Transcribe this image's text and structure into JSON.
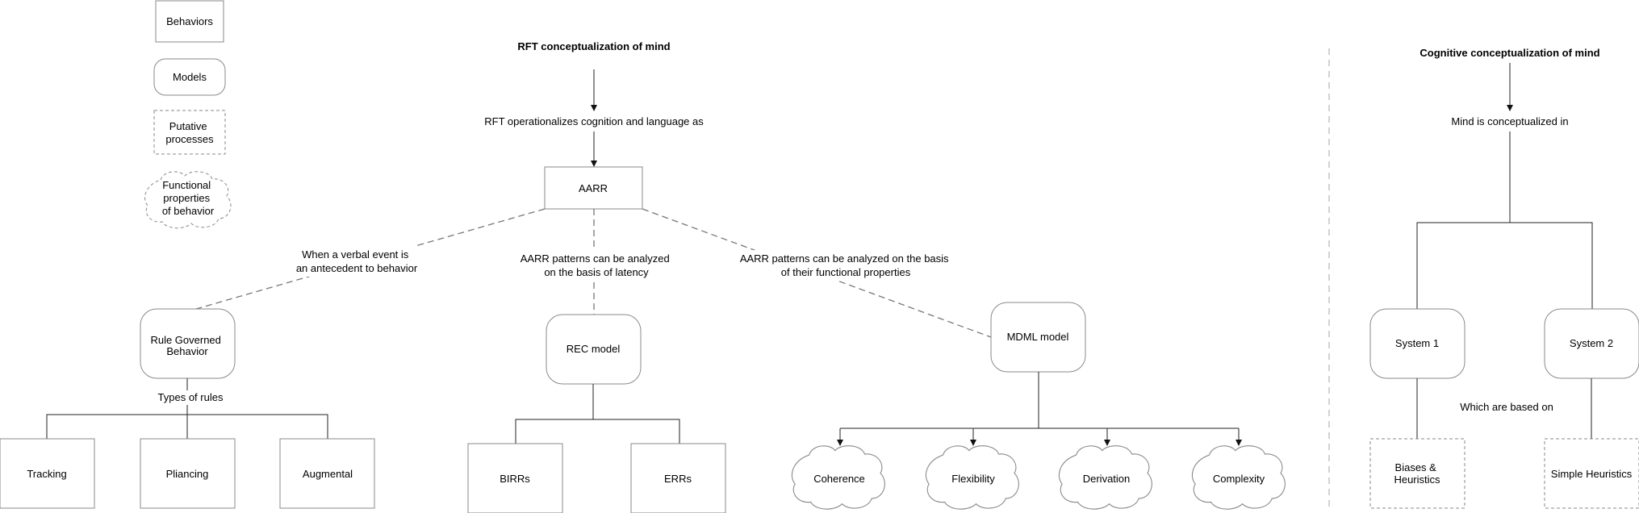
{
  "legend": {
    "behaviors": "Behaviors",
    "models": "Models",
    "putative_processes": [
      "Putative",
      "processes"
    ],
    "functional_properties": [
      "Functional",
      "properties",
      "of behavior"
    ]
  },
  "rft": {
    "title": "RFT conceptualization of mind",
    "operationalizes": "RFT operationalizes cognition and language as",
    "aarr": "AARR",
    "edge_left": [
      "When a verbal event is",
      "an antecedent to behavior"
    ],
    "edge_middle": [
      "AARR patterns can be analyzed",
      "on the basis of latency"
    ],
    "edge_right": [
      "AARR patterns can be analyzed on the basis",
      "of their functional properties"
    ],
    "rule_governed": [
      "Rule Governed",
      "Behavior"
    ],
    "types_of_rules": "Types of rules",
    "rules": [
      "Tracking",
      "Pliancing",
      "Augmental"
    ],
    "rec_model": "REC model",
    "rec_children": [
      "BIRRs",
      "ERRs"
    ],
    "mdml_model": "MDML model",
    "mdml_children": [
      "Coherence",
      "Flexibility",
      "Derivation",
      "Complexity"
    ]
  },
  "cognitive": {
    "title": "Cognitive conceptualization of mind",
    "conceptualized": "Mind is conceptualized in",
    "system1": "System 1",
    "system2": "System 2",
    "based_on": "Which are based on",
    "biases": [
      "Biases &",
      "Heuristics"
    ],
    "simple_heuristics": "Simple Heuristics"
  }
}
